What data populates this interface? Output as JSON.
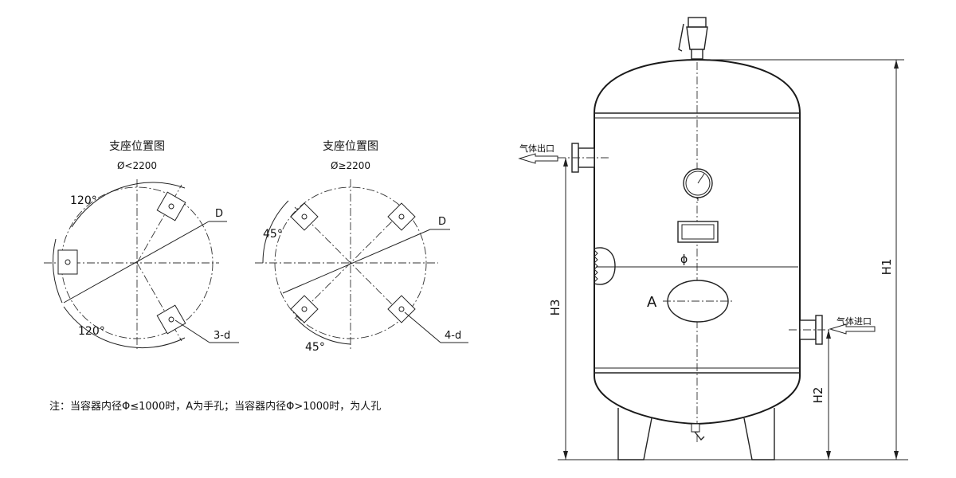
{
  "left_view_1": {
    "title": "支座位置图",
    "subtitle": "Ø<2200",
    "angle_top": "120°",
    "angle_bottom": "120°",
    "d_label": "D",
    "support_label": "3-d"
  },
  "left_view_2": {
    "title": "支座位置图",
    "subtitle": "Ø≥2200",
    "angle_top": "45°",
    "angle_bottom": "45°",
    "d_label": "D",
    "support_label": "4-d"
  },
  "note": "注：当容器内径Φ≤1000时，A为手孔；当容器内径Φ>1000时，为人孔",
  "tank": {
    "gas_outlet": "气体出口",
    "gas_inlet": "气体进口",
    "diameter_label": "ϕ",
    "opening_label": "A",
    "h1": "H1",
    "h2": "H2",
    "h3": "H3"
  }
}
